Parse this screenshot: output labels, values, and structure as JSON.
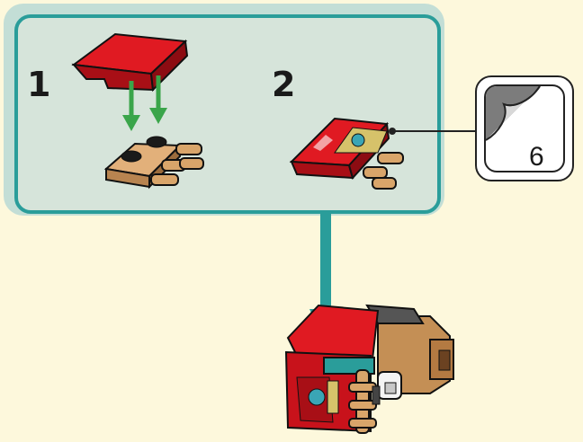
{
  "steps": [
    {
      "number": "1"
    },
    {
      "number": "2"
    }
  ],
  "sticker": {
    "label": "6"
  },
  "colors": {
    "background": "#fdf8dc",
    "panel_border": "#2a9d9a",
    "panel_fill": "#d6e4da",
    "brick_red": "#c8121b",
    "brick_tan": "#d9a56a",
    "arrow_green": "#3aa54a"
  }
}
